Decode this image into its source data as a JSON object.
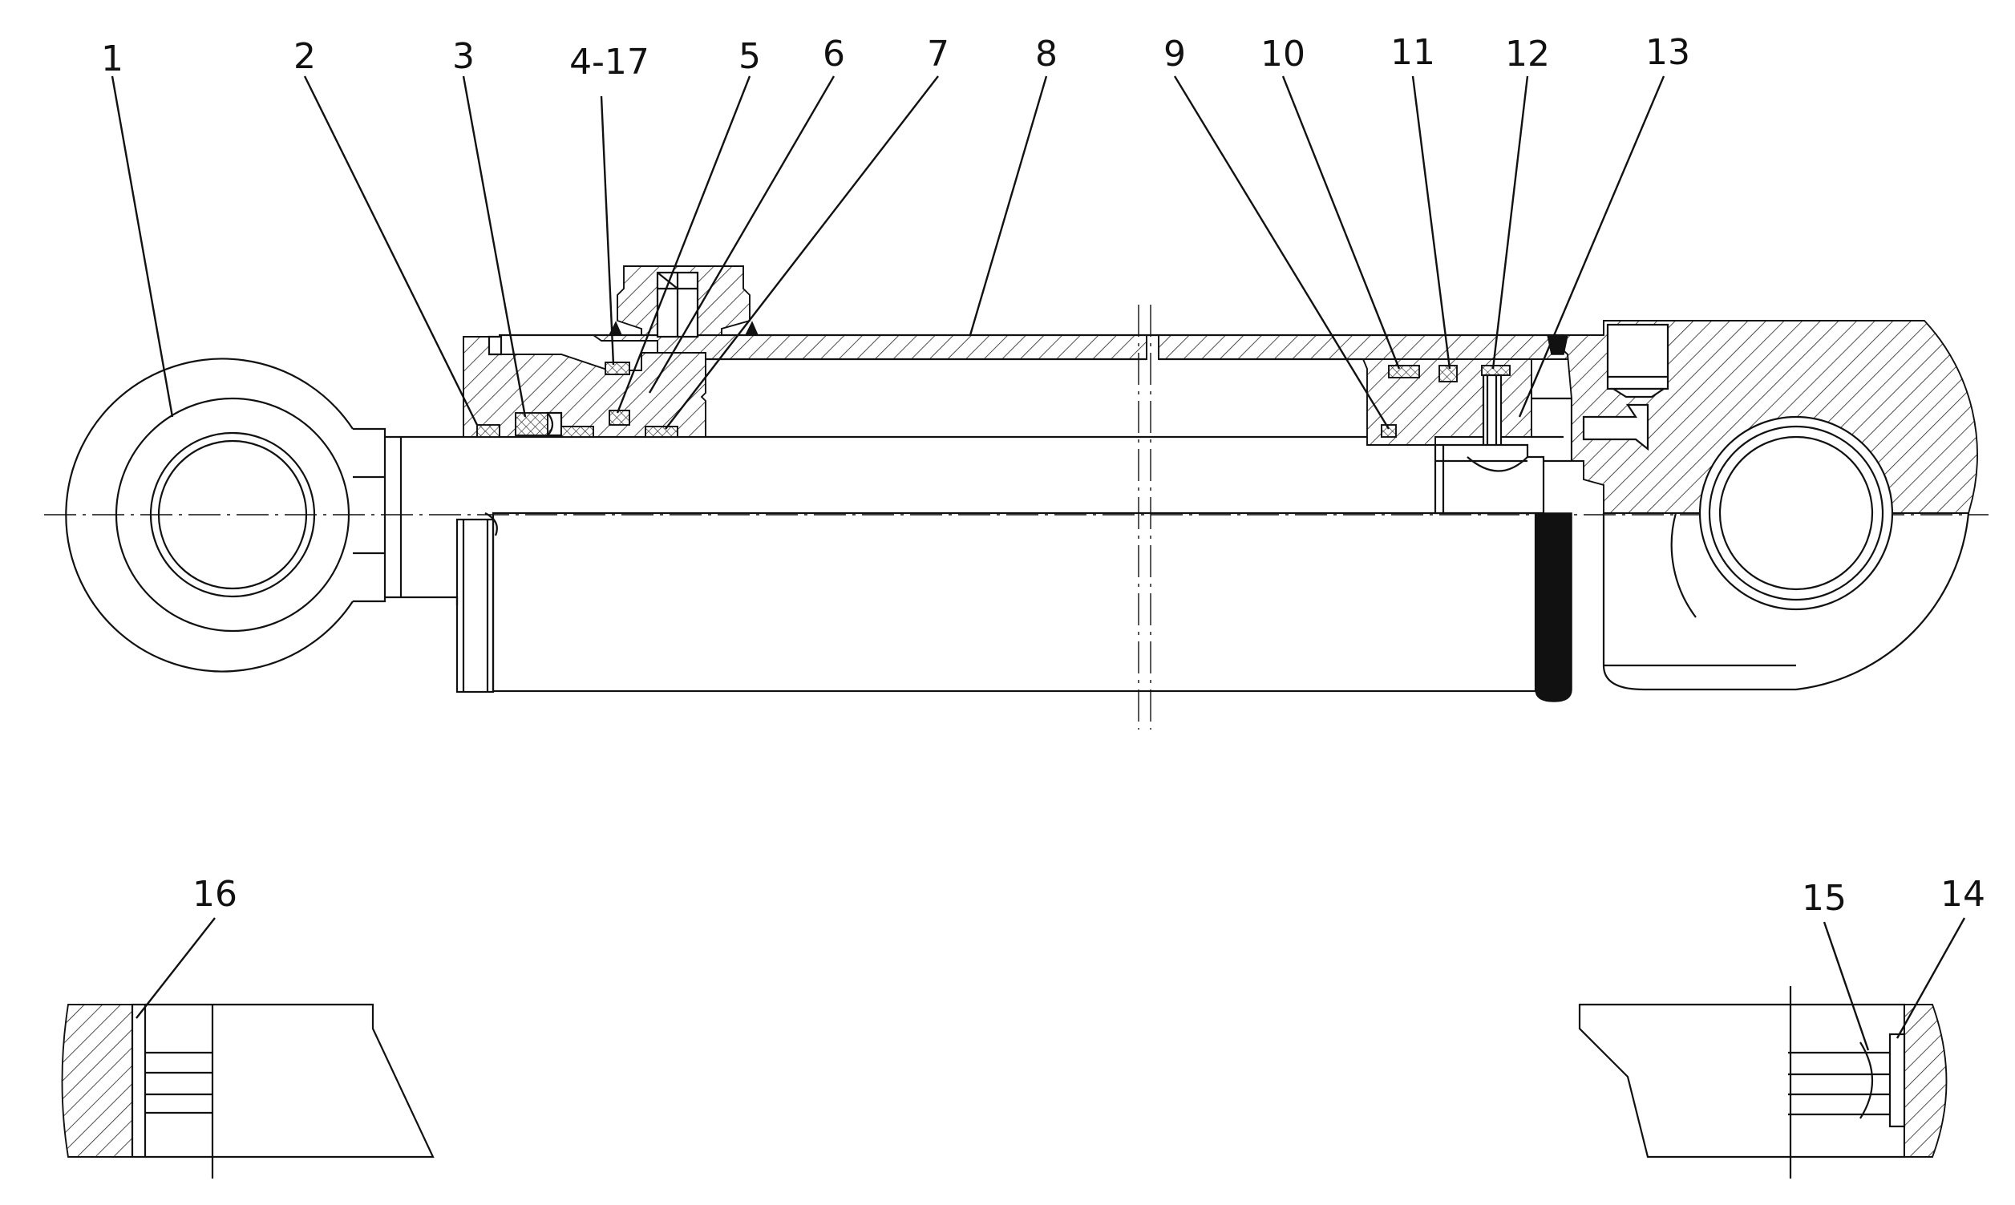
{
  "labels": {
    "p1": "1",
    "p2": "2",
    "p3": "3",
    "p4_17": "4-17",
    "p5": "5",
    "p6": "6",
    "p7": "7",
    "p8": "8",
    "p9": "9",
    "p10": "10",
    "p11": "11",
    "p12": "12",
    "p13": "13",
    "p14": "14",
    "p15": "15",
    "p16": "16"
  }
}
